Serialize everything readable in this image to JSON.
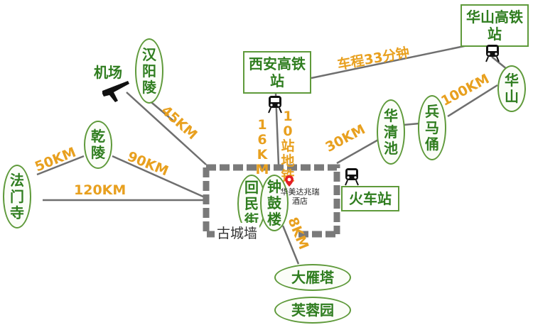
{
  "places": {
    "jichang": "机场",
    "hanyangling": "汉阳陵",
    "qianling": "乾陵",
    "famensi": "法门寺",
    "huiminjie": "回民街",
    "zhongglou": "钟鼓楼",
    "dayanta": "大雁塔",
    "furongyuan": "芙蓉园",
    "huaqingchi": "华清池",
    "bingmayong": "兵马俑",
    "huashan": "华山"
  },
  "stations": {
    "xian_hsr": "西安高铁站",
    "huashan_hsr": "华山高铁站",
    "train_station": "火车站"
  },
  "hotel": {
    "name_line1": "华美达兆瑞",
    "name_line2": "酒店"
  },
  "old_city_wall": "古城墙",
  "distances": {
    "famen_qian": "50KM",
    "qian_city": "90KM",
    "famen_city": "120KM",
    "airport_city": "45KM",
    "city_hsr": "16KM",
    "metro": "10站地铁",
    "dayanta": "8KM",
    "city_huaqing": "30KM",
    "bingma_huashan": "100KM",
    "hsr_time": "车程33分钟"
  },
  "icons": {
    "airport": "airplane-icon",
    "xian_hsr_train": "train-icon",
    "huashan_hsr_train": "train-icon",
    "train_station": "train-icon",
    "hotel": "location-pin-icon"
  },
  "colors": {
    "road": "#6f6f6f",
    "wall": "#7a7a7a",
    "place_text": "#2f7d1f",
    "place_border": "#5f9a3b",
    "distance_text": "#e8a01f",
    "pin": "#e31e24"
  }
}
